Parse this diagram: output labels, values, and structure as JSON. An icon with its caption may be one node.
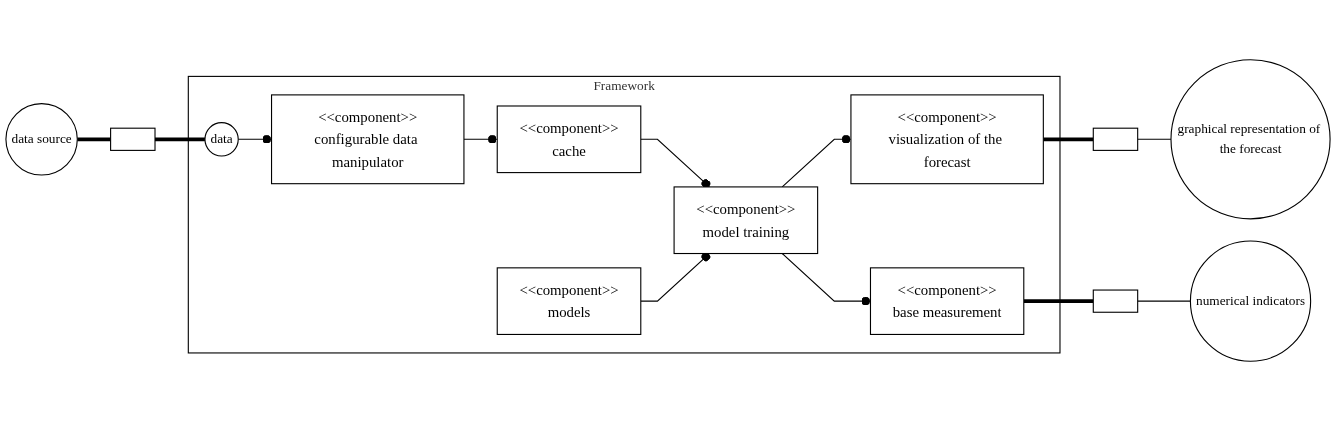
{
  "diagram": {
    "nodes": [
      {
        "text": [
          "Framework"
        ]
      },
      {
        "text": [
          "data source"
        ]
      },
      {
        "text": [],
        "shape": "box"
      },
      {
        "text": [
          "data"
        ],
        "in": 0
      },
      {
        "text": [
          "<<component>>",
          "configurable data manipulator"
        ],
        "in": 0
      },
      {
        "text": [
          "<<component>>",
          "cache"
        ],
        "in": 0
      },
      {
        "text": [
          "<<component>>",
          "model training"
        ],
        "in": 0
      },
      {
        "text": [
          "<<component>>",
          "models"
        ],
        "in": 0
      },
      {
        "text": [
          "<<component>>",
          "visualization of the forecast"
        ],
        "in": 0
      },
      {
        "text": [
          "<<component>>",
          "base measurement"
        ],
        "in": 0
      },
      {
        "text": [],
        "shape": "box"
      },
      {
        "text": [
          "graphical representation of the forecast"
        ]
      },
      {
        "text": [],
        "shape": "box"
      },
      {
        "text": [
          "numerical indicators"
        ]
      }
    ],
    "edges": [
      {
        "from": 1,
        "to": 2,
        "arrow": "none",
        "style": "thick"
      },
      {
        "from": 2,
        "to": 3,
        "arrow": "none",
        "style": "thick"
      },
      {
        "from": 3,
        "to": 4,
        "arrow": "other"
      },
      {
        "from": 4,
        "to": 5,
        "arrow": "other"
      },
      {
        "from": 5,
        "to": 6,
        "arrow": "other"
      },
      {
        "from": 7,
        "to": 6,
        "arrow": "other"
      },
      {
        "from": 6,
        "to": 8,
        "arrow": "other"
      },
      {
        "from": 6,
        "to": 9,
        "arrow": "other"
      },
      {
        "from": 8,
        "to": 10,
        "arrow": "none",
        "style": "thick"
      },
      {
        "from": 10,
        "to": 11,
        "arrow": "none"
      },
      {
        "from": 9,
        "to": 12,
        "arrow": "none",
        "style": "thick"
      },
      {
        "from": 12,
        "to": 13,
        "arrow": "none"
      }
    ]
  }
}
